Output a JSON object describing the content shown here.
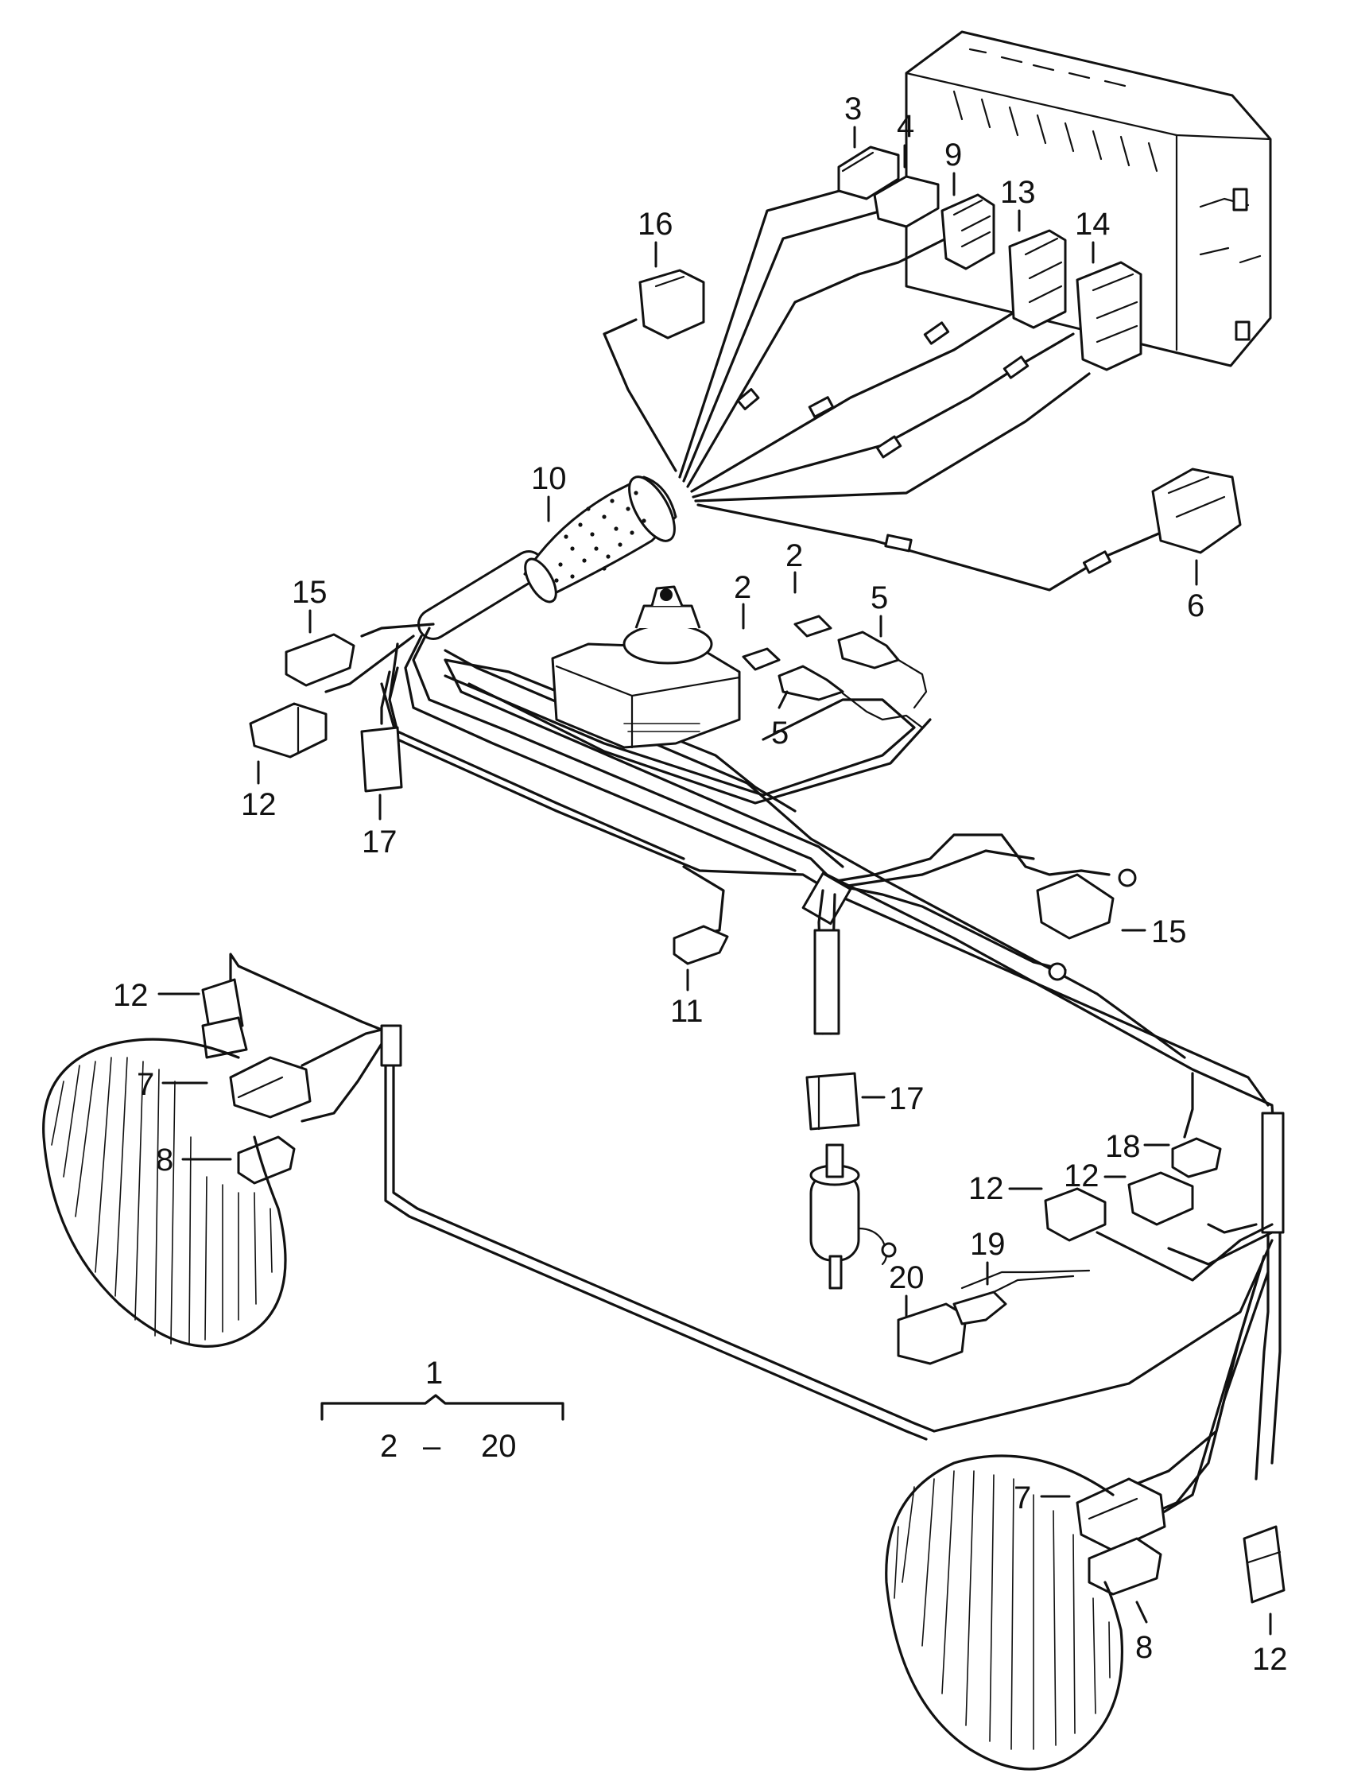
{
  "diagram": {
    "callouts": [
      {
        "id": "c3",
        "text": "3"
      },
      {
        "id": "c4",
        "text": "4"
      },
      {
        "id": "c9",
        "text": "9"
      },
      {
        "id": "c13",
        "text": "13"
      },
      {
        "id": "c14",
        "text": "14"
      },
      {
        "id": "c16",
        "text": "16"
      },
      {
        "id": "c10",
        "text": "10"
      },
      {
        "id": "c6",
        "text": "6"
      },
      {
        "id": "c15a",
        "text": "15"
      },
      {
        "id": "c12a",
        "text": "12"
      },
      {
        "id": "c17a",
        "text": "17"
      },
      {
        "id": "c2a",
        "text": "2"
      },
      {
        "id": "c2b",
        "text": "2"
      },
      {
        "id": "c5a",
        "text": "5"
      },
      {
        "id": "c5b",
        "text": "5"
      },
      {
        "id": "c15b",
        "text": "15"
      },
      {
        "id": "c11",
        "text": "11"
      },
      {
        "id": "c17b",
        "text": "17"
      },
      {
        "id": "c12b",
        "text": "12"
      },
      {
        "id": "c7a",
        "text": "7"
      },
      {
        "id": "c8a",
        "text": "8"
      },
      {
        "id": "c18",
        "text": "18"
      },
      {
        "id": "c12c",
        "text": "12"
      },
      {
        "id": "c12d",
        "text": "12"
      },
      {
        "id": "c19",
        "text": "19"
      },
      {
        "id": "c20",
        "text": "20"
      },
      {
        "id": "c7b",
        "text": "7"
      },
      {
        "id": "c8b",
        "text": "8"
      },
      {
        "id": "c12e",
        "text": "12"
      }
    ],
    "assembly": {
      "label": "1",
      "range_from": "2",
      "range_dash": "–",
      "range_to": "20"
    },
    "icons": [
      "wiring-harness-icon",
      "relay-box-icon",
      "connector-icon",
      "washer-pump-icon",
      "horn-icon",
      "headlight-icon",
      "grommet-icon"
    ]
  }
}
